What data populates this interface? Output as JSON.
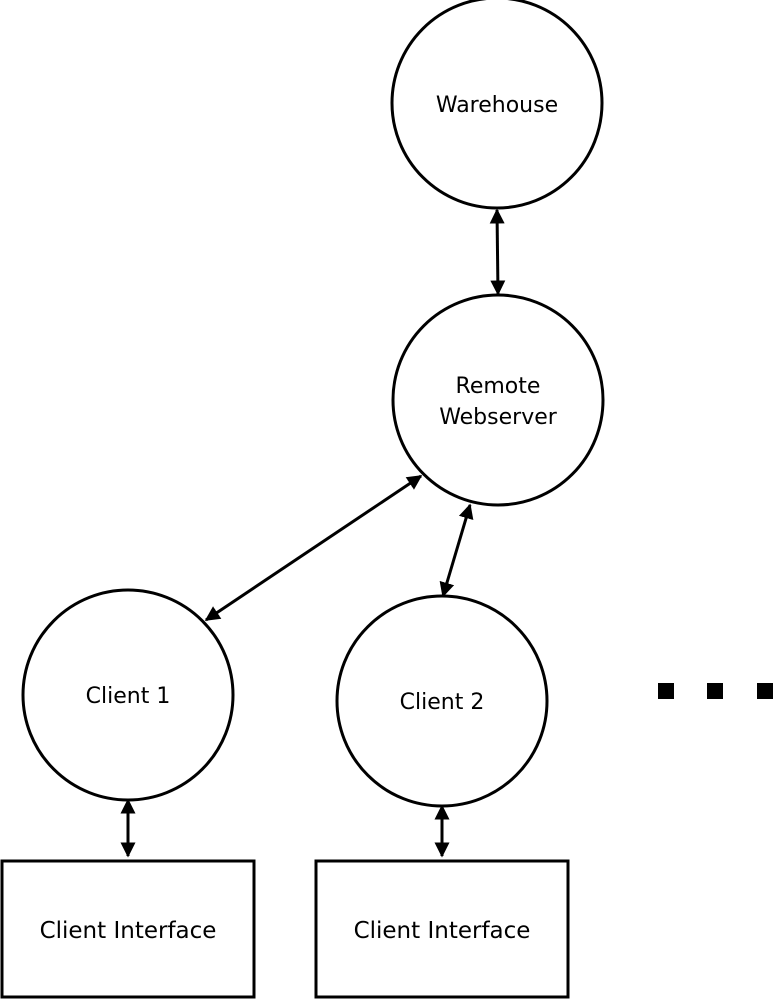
{
  "nodes": {
    "warehouse": {
      "label": "Warehouse"
    },
    "webserver": {
      "line1": "Remote",
      "line2": "Webserver"
    },
    "client1": {
      "label": "Client 1"
    },
    "client2": {
      "label": "Client 2"
    },
    "interface1": {
      "label": "Client Interface"
    },
    "interface2": {
      "label": "Client Interface"
    }
  },
  "edges": [
    {
      "from": "warehouse",
      "to": "webserver",
      "direction": "bidirectional"
    },
    {
      "from": "webserver",
      "to": "client1",
      "direction": "bidirectional"
    },
    {
      "from": "webserver",
      "to": "client2",
      "direction": "bidirectional"
    },
    {
      "from": "client1",
      "to": "interface1",
      "direction": "bidirectional"
    },
    {
      "from": "client2",
      "to": "interface2",
      "direction": "bidirectional"
    }
  ],
  "continuation_marker": "ellipsis-dots",
  "colors": {
    "stroke": "#000000",
    "fill": "#ffffff"
  }
}
